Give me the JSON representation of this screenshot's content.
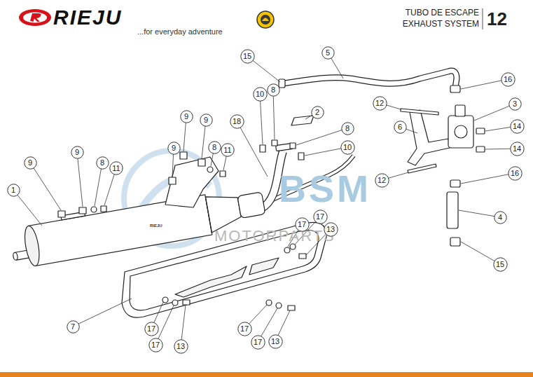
{
  "diagram": {
    "nodes": [
      {
        "text": [
          "5"
        ]
      },
      {
        "text": [
          "15"
        ]
      },
      {
        "text": [
          "16"
        ]
      },
      {
        "text": [
          "8"
        ]
      },
      {
        "text": [
          "10"
        ]
      },
      {
        "text": [
          "12"
        ]
      },
      {
        "text": [
          "3"
        ]
      },
      {
        "text": [
          "2"
        ]
      },
      {
        "text": [
          "9"
        ]
      },
      {
        "text": [
          "9"
        ]
      },
      {
        "text": [
          "18"
        ]
      },
      {
        "text": [
          "14"
        ]
      },
      {
        "text": [
          "6"
        ]
      },
      {
        "text": [
          "8"
        ]
      },
      {
        "text": [
          "8"
        ]
      },
      {
        "text": [
          "10"
        ]
      },
      {
        "text": [
          "9"
        ]
      },
      {
        "text": [
          "14"
        ]
      },
      {
        "text": [
          "11"
        ]
      },
      {
        "text": [
          "9"
        ]
      },
      {
        "text": [
          "9"
        ]
      },
      {
        "text": [
          "8"
        ]
      },
      {
        "text": [
          "11"
        ]
      },
      {
        "text": [
          "16"
        ]
      },
      {
        "text": [
          "12"
        ]
      },
      {
        "text": [
          "1"
        ]
      },
      {
        "text": [
          "17"
        ]
      },
      {
        "text": [
          "4"
        ]
      },
      {
        "text": [
          "17"
        ]
      },
      {
        "text": [
          "13"
        ]
      },
      {
        "text": [
          "15"
        ]
      },
      {
        "text": [
          "7"
        ]
      },
      {
        "text": [
          "17"
        ]
      },
      {
        "text": [
          "17"
        ]
      },
      {
        "text": [
          "17"
        ]
      },
      {
        "text": [
          "13"
        ]
      },
      {
        "text": [
          "17"
        ]
      },
      {
        "text": [
          "13"
        ]
      }
    ],
    "labels": [
      "RIEJU",
      "...for everyday adventure",
      "TUBO DE ESCAPE",
      "EXHAUST SYSTEM",
      "12",
      "BSM",
      "MOTORPARTS",
      "RIEJU"
    ]
  }
}
